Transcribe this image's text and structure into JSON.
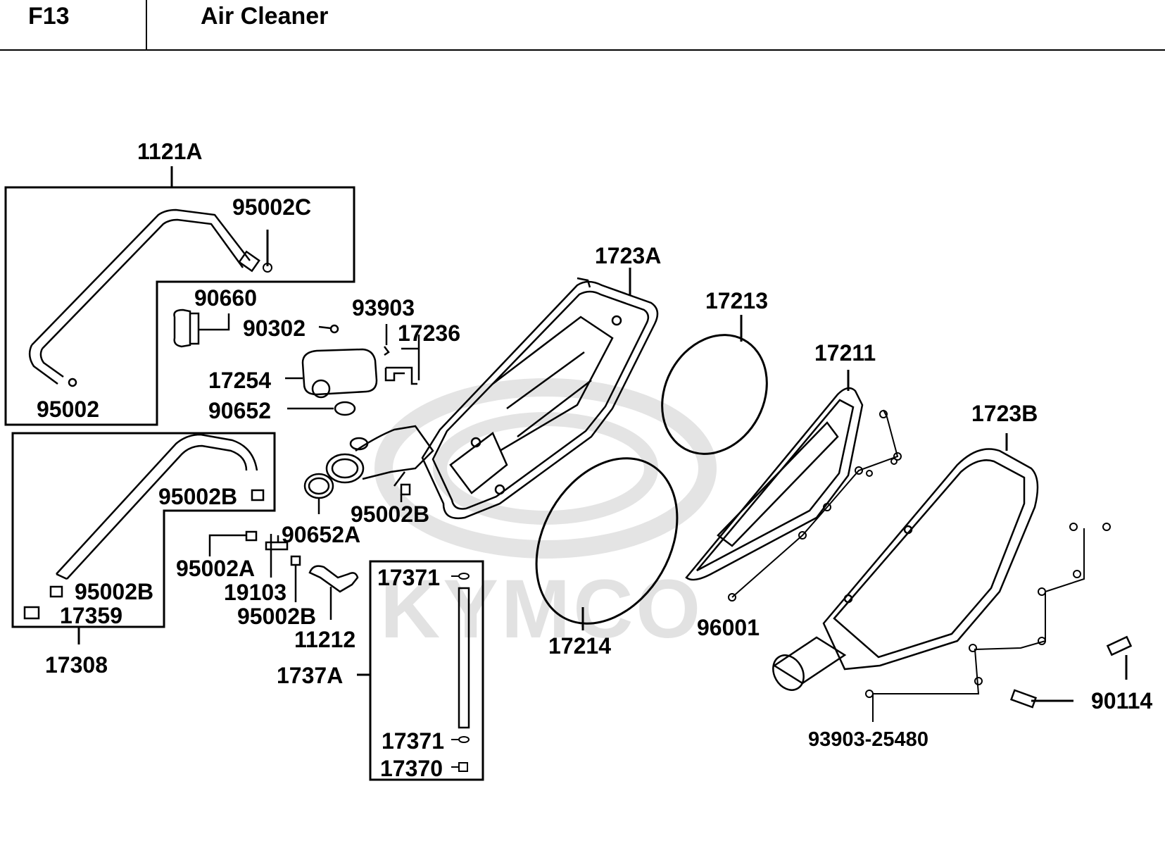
{
  "header": {
    "section_code": "F13",
    "section_title": "Air Cleaner"
  },
  "watermark": "KYMCO",
  "parts": {
    "p1121A": "1121A",
    "p95002C": "95002C",
    "p90660": "90660",
    "p90302": "90302",
    "p93903": "93903",
    "p17236": "17236",
    "p17254": "17254",
    "p90652": "90652",
    "p95002": "95002",
    "p95002B_1": "95002B",
    "p95002B_2": "95002B",
    "p95002B_3": "95002B",
    "p95002B_4": "95002B",
    "p17359": "17359",
    "p17308": "17308",
    "p95002A": "95002A",
    "p19103": "19103",
    "p11212": "11212",
    "p90652A": "90652A",
    "p1723A": "1723A",
    "p17213": "17213",
    "p17214": "17214",
    "p17211": "17211",
    "p96001": "96001",
    "p1723B": "1723B",
    "p90114": "90114",
    "p93903_25480": "93903-25480",
    "p17371_1": "17371",
    "p17371_2": "17371",
    "p17370": "17370",
    "p1737A": "1737A"
  }
}
